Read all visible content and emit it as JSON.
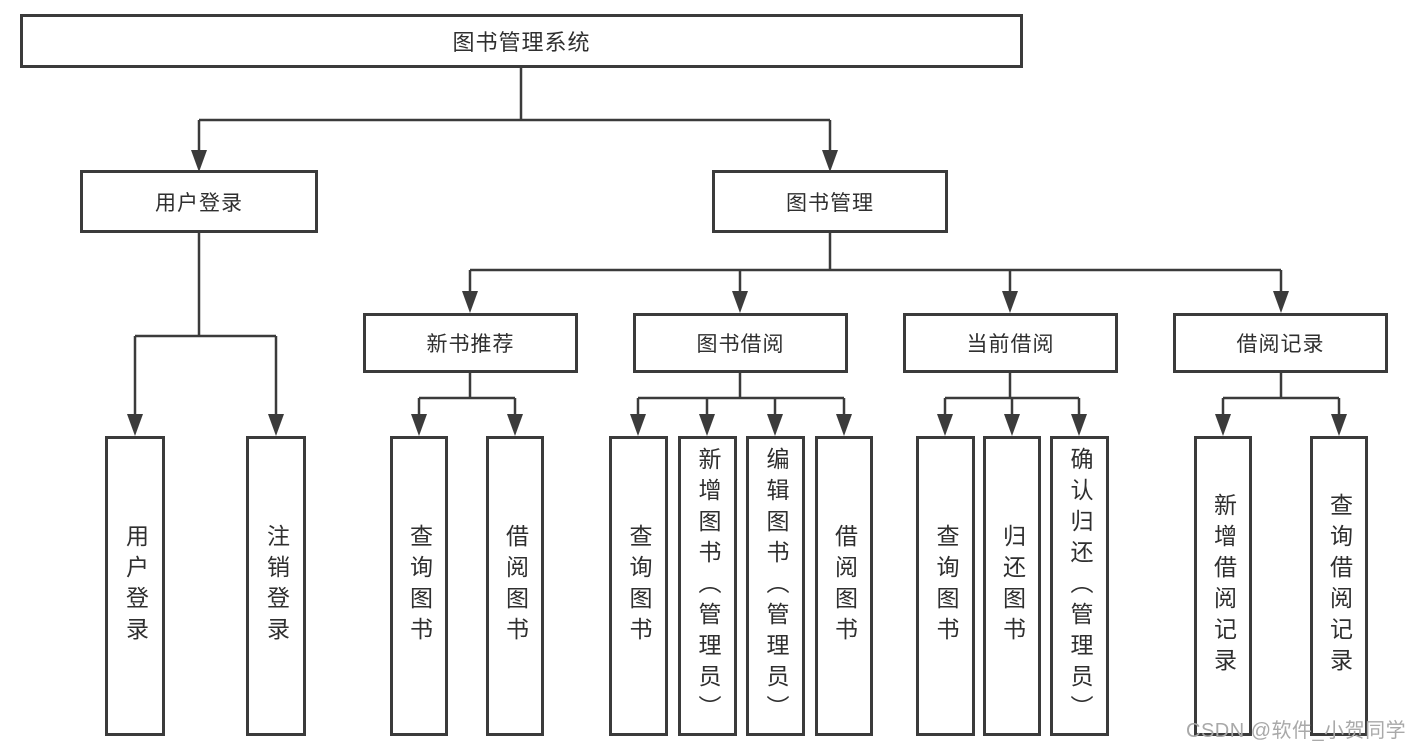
{
  "diagram_title": "图书管理系统",
  "colors": {
    "line": "#3b3b3b",
    "text": "#2f2f2f",
    "background": "#ffffff",
    "watermark": "#a9a9a9"
  },
  "nodes": {
    "root": {
      "label": "图书管理系统"
    },
    "user_login": {
      "label": "用户登录"
    },
    "book_management": {
      "label": "图书管理"
    },
    "new_book_recommend": {
      "label": "新书推荐"
    },
    "book_borrow": {
      "label": "图书借阅"
    },
    "current_borrow": {
      "label": "当前借阅"
    },
    "borrow_record": {
      "label": "借阅记录"
    },
    "leaf_user_login": {
      "label": "用户登录"
    },
    "leaf_logout": {
      "label": "注销登录"
    },
    "leaf_nb_query_books": {
      "label": "查询图书"
    },
    "leaf_nb_borrow_books": {
      "label": "借阅图书"
    },
    "leaf_bb_query_books": {
      "label": "查询图书"
    },
    "leaf_bb_add_books": {
      "label": "新增图书（管理员）"
    },
    "leaf_bb_edit_books": {
      "label": "编辑图书（管理员）"
    },
    "leaf_bb_borrow_books": {
      "label": "借阅图书"
    },
    "leaf_cb_query_books": {
      "label": "查询图书"
    },
    "leaf_cb_return_books": {
      "label": "归还图书"
    },
    "leaf_cb_confirm_return": {
      "label": "确认归还（管理员）"
    },
    "leaf_br_add_record": {
      "label": "新增借阅记录"
    },
    "leaf_br_query_record": {
      "label": "查询借阅记录"
    }
  },
  "watermark": {
    "text": "CSDN @软件_小贺同学"
  }
}
